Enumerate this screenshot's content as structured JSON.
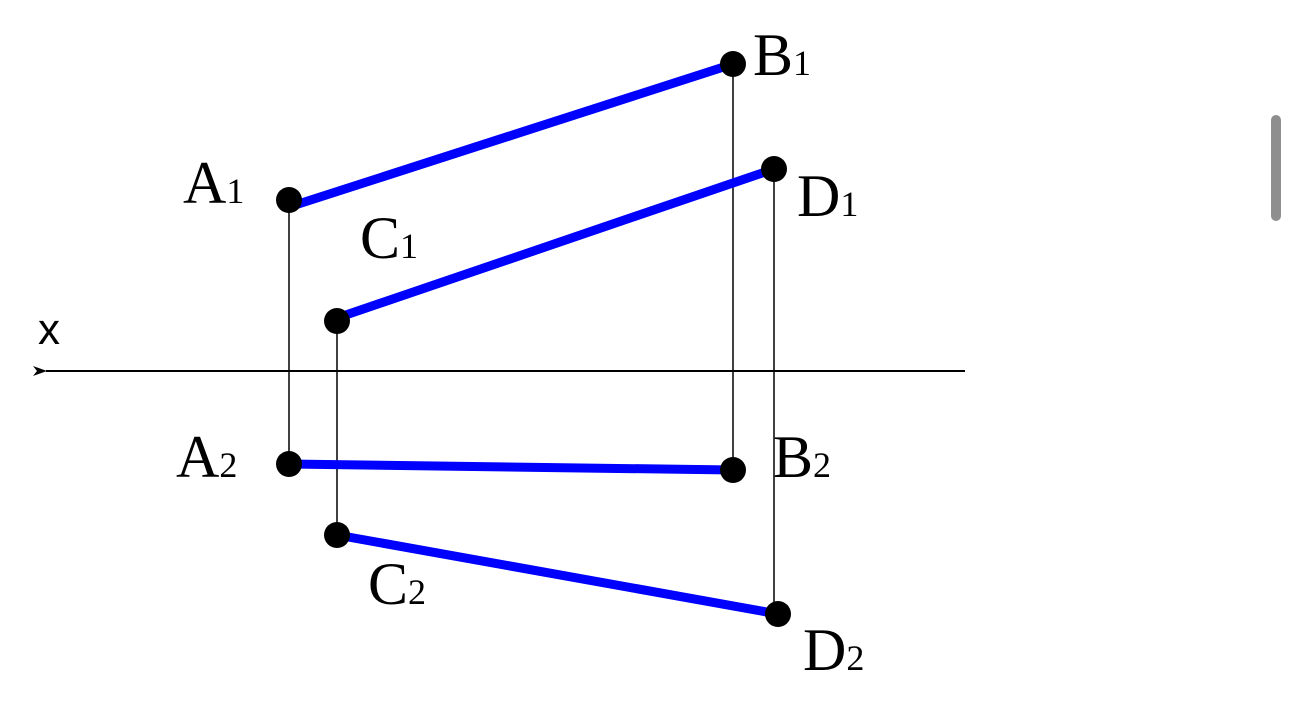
{
  "axis": {
    "label": "x"
  },
  "colors": {
    "segment": "#0000ff",
    "line": "#000000",
    "point": "#000000",
    "background": "#ffffff"
  },
  "points": {
    "A1": {
      "letter": "A",
      "subscript": "1"
    },
    "B1": {
      "letter": "B",
      "subscript": "1"
    },
    "C1": {
      "letter": "C",
      "subscript": "1"
    },
    "D1": {
      "letter": "D",
      "subscript": "1"
    },
    "A2": {
      "letter": "A",
      "subscript": "2"
    },
    "B2": {
      "letter": "B",
      "subscript": "2"
    },
    "C2": {
      "letter": "C",
      "subscript": "2"
    },
    "D2": {
      "letter": "D",
      "subscript": "2"
    }
  },
  "segments": [
    {
      "from": "A1",
      "to": "B1"
    },
    {
      "from": "C1",
      "to": "D1"
    },
    {
      "from": "A2",
      "to": "B2"
    },
    {
      "from": "C2",
      "to": "D2"
    }
  ],
  "projection_lines": [
    {
      "from": "A1",
      "to": "A2"
    },
    {
      "from": "B1",
      "to": "B2"
    },
    {
      "from": "C1",
      "to": "C2"
    },
    {
      "from": "D1",
      "to": "D2"
    }
  ]
}
